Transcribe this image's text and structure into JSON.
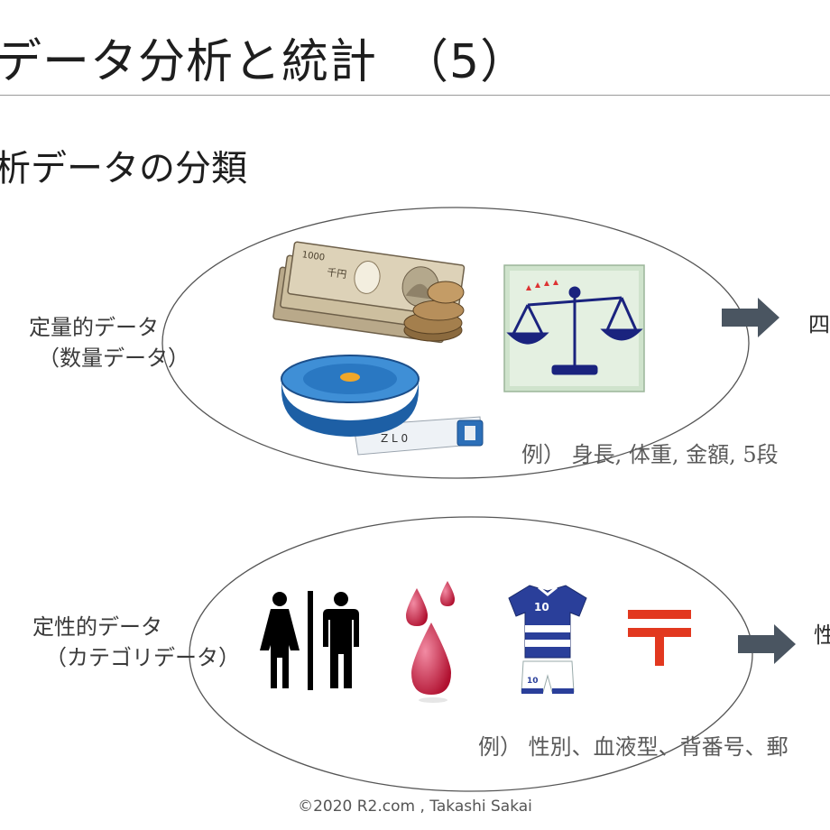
{
  "slide": {
    "title": "データ分析と統計　（5）",
    "subtitle": "析データの分類",
    "footer": "©2020 R2.com , Takashi Sakai"
  },
  "quantitative": {
    "label_line1": "定量的データ",
    "label_line2": "（数量データ）",
    "example": "例） 身長, 体重, 金額, 5段",
    "result_cut": "四",
    "banknote_text": "千円",
    "banknote_number": "1000",
    "tape_marks": "Z L 0"
  },
  "qualitative": {
    "label_line1": "定性的データ",
    "label_line2": "（カテゴリデータ）",
    "example": "例） 性別、血液型、背番号、郵",
    "result_cut": "性",
    "jersey_number": "10",
    "shorts_number": "10"
  },
  "colors": {
    "arrow": "#4a5561",
    "ellipse": "#555555",
    "postal_red": "#e2381f",
    "blood": "#c0143c",
    "jersey_blue": "#2a3f9a",
    "tape_blue": "#2c6fb8",
    "scale_blue": "#1a237e"
  },
  "icons": [
    "money-icon",
    "coins-icon",
    "scale-icon",
    "tape-measure-icon",
    "restroom-icon",
    "blood-drops-icon",
    "jersey-icon",
    "postal-mark-icon",
    "arrow-right-icon"
  ]
}
